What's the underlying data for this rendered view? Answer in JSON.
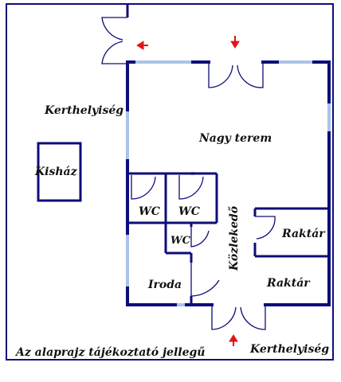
{
  "labels": {
    "kertelyiseg_top": "Kerthelyiség",
    "kishaz": "Kisház",
    "nagy_terem": "Nagy terem",
    "wc1": "WC",
    "wc2": "WC",
    "wc3": "WC",
    "kozlekedo": "Közlekedő",
    "raktar1": "Raktár",
    "raktar2": "Raktár",
    "iroda": "Iroda",
    "kertelyiseg_bottom": "Kerthelyiség",
    "disclaimer": "Az alaprajz tájékoztató jellegű"
  },
  "colors": {
    "wall": "#0d0d7a",
    "window": "#a9c4e6",
    "arrow": "#e0141b",
    "background": "#ffffff"
  },
  "icons": {
    "entry_arrow": "red-arrow-icon"
  }
}
